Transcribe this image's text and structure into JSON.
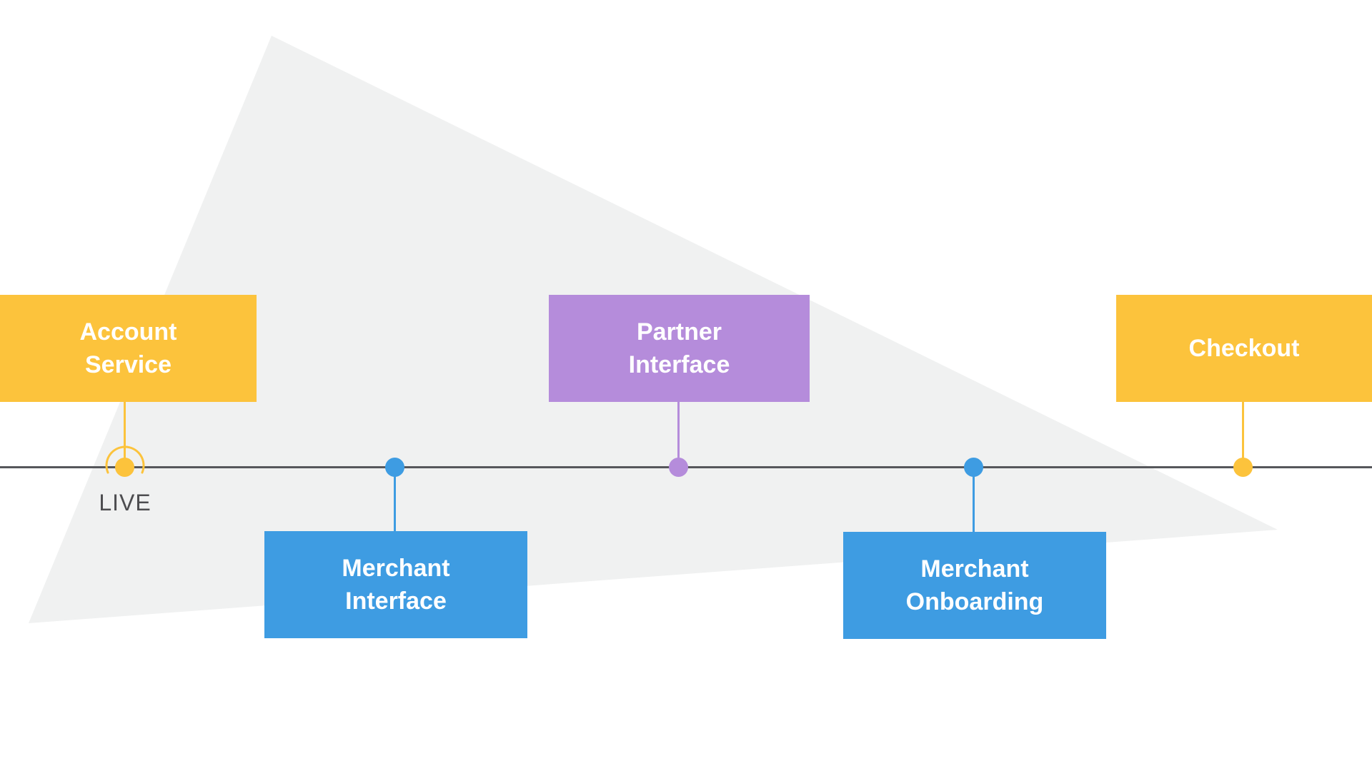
{
  "diagram": {
    "type": "timeline-roadmap",
    "background": "#ffffff",
    "timeline": {
      "axis_color": "#56575b",
      "live_label": "LIVE",
      "live_marker": "yellow-dot-with-arc"
    },
    "nodes": [
      {
        "label": "Account\nService",
        "color": "#fcc33c",
        "side": "above",
        "marker": "yellow-dot",
        "status": "LIVE"
      },
      {
        "label": "Merchant\nInterface",
        "color": "#3e9ce2",
        "side": "below",
        "marker": "blue-dot"
      },
      {
        "label": "Partner\nInterface",
        "color": "#b58cdb",
        "side": "above",
        "marker": "purple-dot"
      },
      {
        "label": "Merchant\nOnboarding",
        "color": "#3e9ce2",
        "side": "below",
        "marker": "blue-dot"
      },
      {
        "label": "Checkout",
        "color": "#fcc33c",
        "side": "above",
        "marker": "yellow-dot"
      }
    ],
    "colors": {
      "yellow": "#fcc33c",
      "blue": "#3e9ce2",
      "purple": "#b58cdb",
      "axis": "#56575b",
      "triangle_watermark": "#f0f1f1",
      "live_text": "#4d4d50",
      "box_text": "#ffffff"
    }
  }
}
